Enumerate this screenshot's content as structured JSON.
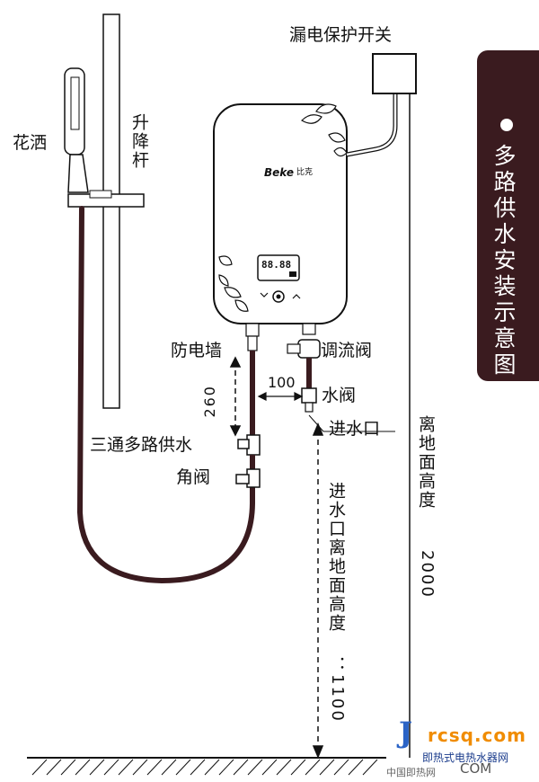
{
  "labels": {
    "leakage_switch": "漏电保护开关",
    "shower_head": "花洒",
    "lift_rod": "升降杆",
    "anti_shock_wall": "防电墙",
    "flow_valve": "调流阀",
    "water_valve": "水阀",
    "inlet": "进水口",
    "tee_supply": "三通多路供水",
    "angle_valve": "角阀",
    "height_to_floor": "离地面高度",
    "inlet_height": "进水口离地面高度",
    "brand": "Beke",
    "brand_cn": "比克",
    "display_readout": "88.88"
  },
  "dimensions": {
    "d260": "260",
    "d100": "100",
    "d2000": "2000",
    "d1100": "：1100"
  },
  "title": {
    "text": "多路供水安装示意图"
  },
  "watermark": {
    "letter": "J",
    "domain": "rcsq.com",
    "cn": "即热式电热水器网",
    "sub": "中国即热网",
    "com": "COM"
  },
  "colors": {
    "hose": "#3a1b1f",
    "title_bg": "#3a1b1f",
    "line": "#111111"
  }
}
